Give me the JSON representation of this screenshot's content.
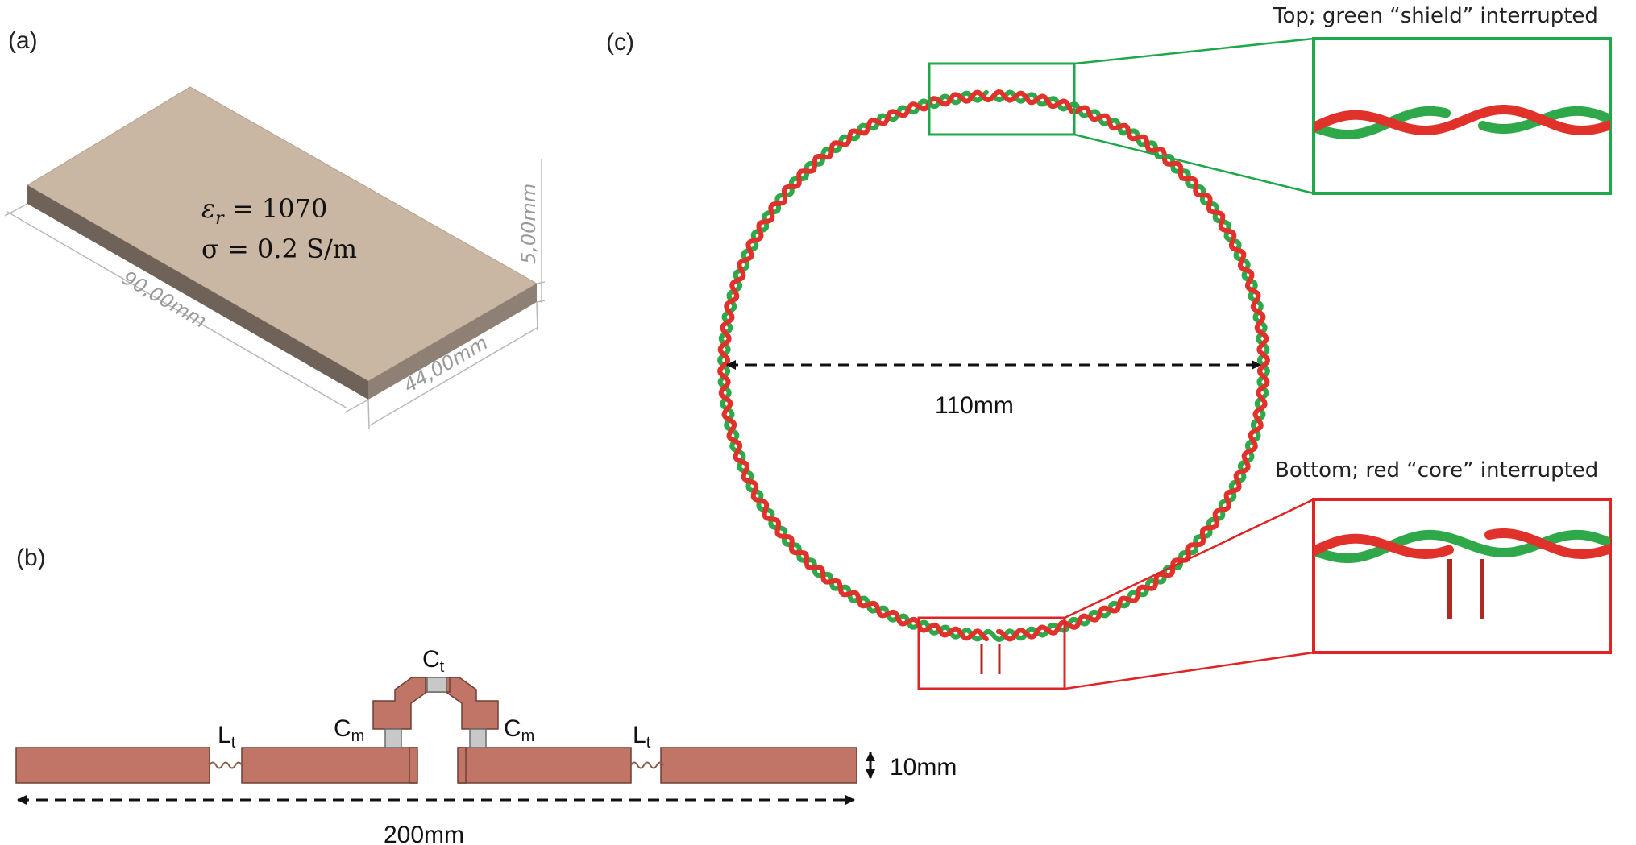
{
  "panels": {
    "a": {
      "label": "(a)",
      "eq_permittivity": "ε",
      "eq_permittivity_sub": "r",
      "eq_permittivity_value": " = 1070",
      "eq_conductivity": "σ = 0.2 S/m",
      "dim_length": "90,00mm",
      "dim_width": "44,00mm",
      "dim_thickness": "5,00mm",
      "colors": {
        "top": "#c9b7a3",
        "front": "#6f6258",
        "side": "#8e8074"
      }
    },
    "b": {
      "label": "(b)",
      "components": {
        "lt_left": {
          "main": "L",
          "sub": "t"
        },
        "lt_right": {
          "main": "L",
          "sub": "t"
        },
        "cm_left": {
          "main": "C",
          "sub": "m"
        },
        "cm_right": {
          "main": "C",
          "sub": "m"
        },
        "ct": {
          "main": "C",
          "sub": "t"
        }
      },
      "dim_height": "10mm",
      "dim_length": "200mm",
      "colors": {
        "copper": "#c07566",
        "capacitor": "#c8c8c8"
      }
    },
    "c": {
      "label": "(c)",
      "dim_diameter": "110mm",
      "inset_top_title": "Top; green “shield” interrupted",
      "inset_bottom_title": "Bottom; red “core” interrupted",
      "colors": {
        "green": "#2fa84a",
        "red": "#e0312a",
        "green_box": "#1fa84a",
        "red_box": "#e02424"
      }
    }
  }
}
